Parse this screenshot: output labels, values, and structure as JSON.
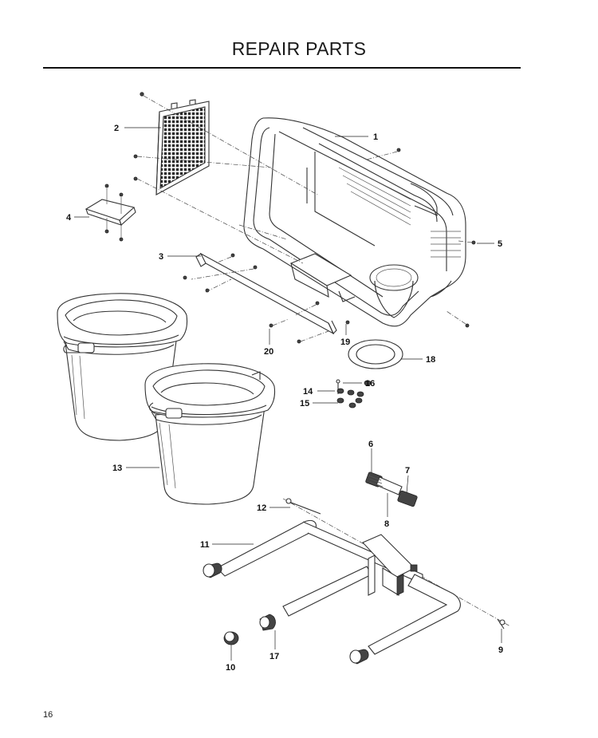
{
  "page": {
    "title": "REPAIR PARTS",
    "page_number": "16"
  },
  "labels": [
    {
      "id": "1",
      "text": "1"
    },
    {
      "id": "2",
      "text": "2"
    },
    {
      "id": "3",
      "text": "3"
    },
    {
      "id": "4",
      "text": "4"
    },
    {
      "id": "5",
      "text": "5"
    },
    {
      "id": "6",
      "text": "6"
    },
    {
      "id": "7",
      "text": "7"
    },
    {
      "id": "8",
      "text": "8"
    },
    {
      "id": "9",
      "text": "9"
    },
    {
      "id": "10",
      "text": "10"
    },
    {
      "id": "11",
      "text": "11"
    },
    {
      "id": "12",
      "text": "12"
    },
    {
      "id": "13",
      "text": "13"
    },
    {
      "id": "14",
      "text": "14"
    },
    {
      "id": "15",
      "text": "15"
    },
    {
      "id": "16",
      "text": "16"
    },
    {
      "id": "17",
      "text": "17"
    },
    {
      "id": "18",
      "text": "18"
    },
    {
      "id": "19",
      "text": "19"
    },
    {
      "id": "20",
      "text": "20"
    }
  ]
}
